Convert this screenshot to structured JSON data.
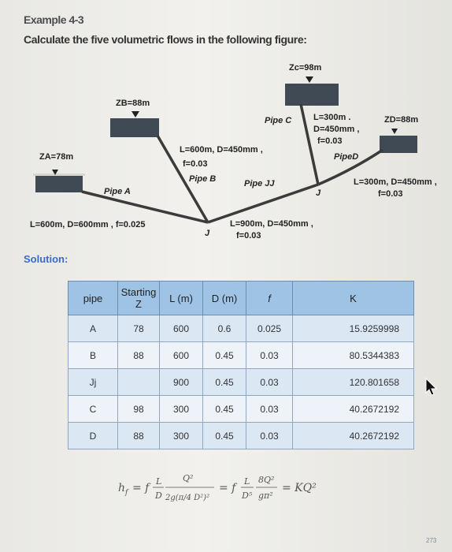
{
  "header": {
    "example": "Example 4-3",
    "task": "Calculate the five volumetric flows in the following figure:"
  },
  "figure": {
    "reservoir_a": "ZA=78m",
    "reservoir_b": "ZB=88m",
    "reservoir_c": "Zc=98m",
    "reservoir_d": "ZD=88m",
    "pipe_a_name": "Pipe A",
    "pipe_b_name": "Pipe B",
    "pipe_c_name": "Pipe C",
    "pipe_d_name": "PipeD",
    "pipe_j_name": "Pipe JJ",
    "pipe_a_spec": "L=600m, D=600mm , f=0.025",
    "pipe_b_spec1": "L=600m, D=450mm ,",
    "pipe_b_spec2": "f=0.03",
    "pipe_c_spec1": "L=300m .",
    "pipe_c_spec2": "D=450mm ,",
    "pipe_c_spec3": "f=0.03",
    "pipe_d_spec1": "L=300m, D=450mm ,",
    "pipe_d_spec2": "f=0.03",
    "pipe_j_spec1": "L=900m, D=450mm ,",
    "pipe_j_spec2": "f=0.03",
    "junction1": "J",
    "junction2": "J"
  },
  "solution_label": "Solution:",
  "table": {
    "headers": [
      "pipe",
      "Starting Z",
      "L (m)",
      "D (m)",
      "f",
      "K"
    ],
    "rows": [
      [
        "A",
        "78",
        "600",
        "0.6",
        "0.025",
        "15.9259998"
      ],
      [
        "B",
        "88",
        "600",
        "0.45",
        "0.03",
        "80.5344383"
      ],
      [
        "Jj",
        "",
        "900",
        "0.45",
        "0.03",
        "120.801658"
      ],
      [
        "C",
        "98",
        "300",
        "0.45",
        "0.03",
        "40.2672192"
      ],
      [
        "D",
        "88",
        "300",
        "0.45",
        "0.03",
        "40.2672192"
      ]
    ]
  },
  "formula": {
    "lhs": "h",
    "lhs_sub": "f",
    "eq1": "= f",
    "frac1_num": "L",
    "frac1_den": "D",
    "frac2_num": "Q²",
    "frac2_den": "2g(π/4 D²)²",
    "eq2": "= f",
    "frac3_num": "L",
    "frac3_den": "D⁵",
    "frac4_num": "8Q²",
    "frac4_den": "gπ²",
    "rhs": "= KQ²"
  },
  "page_number": "273",
  "colors": {
    "header_row": "#9fc3e5",
    "row_odd": "#dce7f4",
    "row_even": "#eef3f9",
    "solution_text": "#3b6cc5"
  }
}
